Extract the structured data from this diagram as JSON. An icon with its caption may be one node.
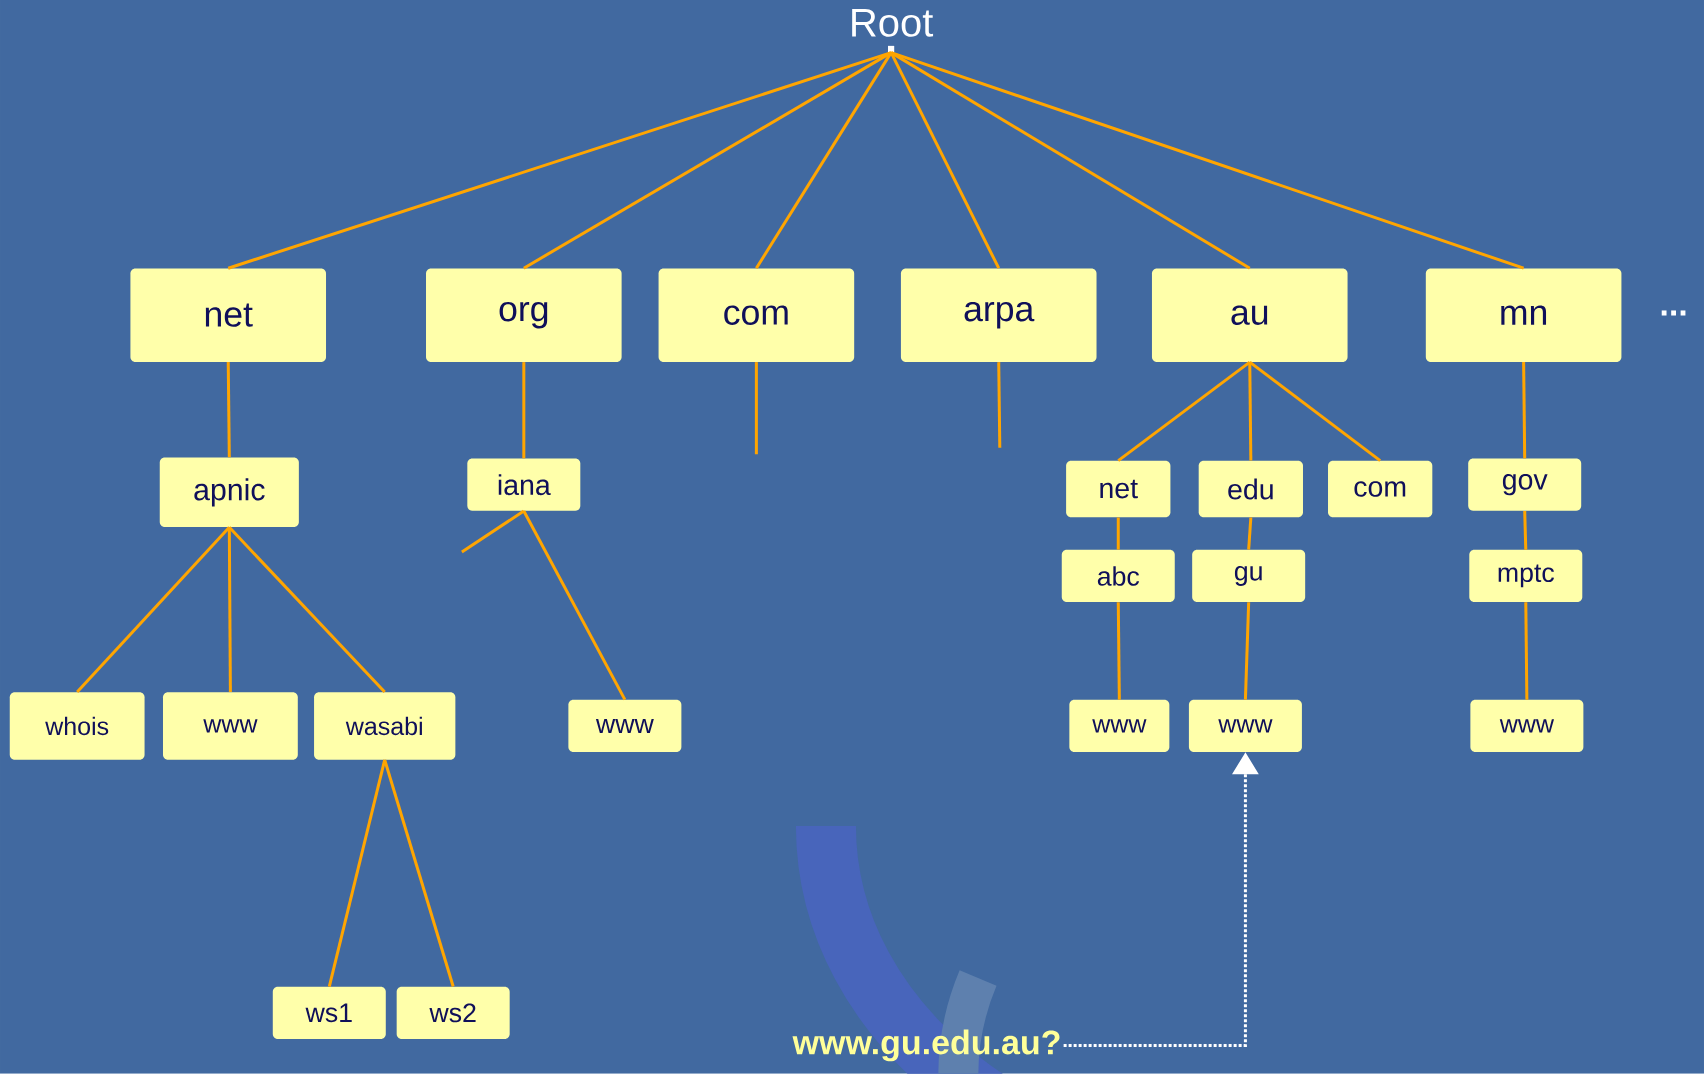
{
  "diagram": {
    "nodes": [
      {
        "text": [
          "Root",
          "."
        ]
      },
      {
        "text": [
          "net"
        ]
      },
      {
        "text": [
          "org"
        ]
      },
      {
        "text": [
          "com"
        ]
      },
      {
        "text": [
          "arpa"
        ]
      },
      {
        "text": [
          "au"
        ]
      },
      {
        "text": [
          "mn"
        ]
      },
      {
        "text": [
          "apnic"
        ]
      },
      {
        "text": [
          "iana"
        ]
      },
      {
        "text": [
          "whois"
        ]
      },
      {
        "text": [
          "www"
        ]
      },
      {
        "text": [
          "wasabi"
        ]
      },
      {
        "text": [
          "ws1"
        ]
      },
      {
        "text": [
          "ws2"
        ]
      },
      {
        "text": [
          "www"
        ]
      },
      {
        "text": [
          "net"
        ]
      },
      {
        "text": [
          "abc"
        ]
      },
      {
        "text": [
          "www"
        ]
      },
      {
        "text": [
          "edu"
        ]
      },
      {
        "text": [
          "gu"
        ]
      },
      {
        "text": [
          "www"
        ]
      },
      {
        "text": [
          "com"
        ]
      },
      {
        "text": [
          "gov"
        ]
      },
      {
        "text": [
          "mptc"
        ]
      },
      {
        "text": [
          "www"
        ]
      },
      {
        "text": [
          "www.gu.edu.au?"
        ]
      }
    ],
    "edges": [
      {
        "from": 0,
        "to": 1,
        "arrow": "none"
      },
      {
        "from": 0,
        "to": 2,
        "arrow": "none"
      },
      {
        "from": 0,
        "to": 3,
        "arrow": "none"
      },
      {
        "from": 0,
        "to": 4,
        "arrow": "none"
      },
      {
        "from": 0,
        "to": 5,
        "arrow": "none"
      },
      {
        "from": 0,
        "to": 6,
        "arrow": "none"
      },
      {
        "from": 1,
        "to": 7,
        "arrow": "none"
      },
      {
        "from": 7,
        "to": 9,
        "arrow": "none"
      },
      {
        "from": 7,
        "to": 10,
        "arrow": "none"
      },
      {
        "from": 7,
        "to": 11,
        "arrow": "none"
      },
      {
        "from": 11,
        "to": 12,
        "arrow": "none"
      },
      {
        "from": 11,
        "to": 13,
        "arrow": "none"
      },
      {
        "from": 2,
        "to": 8,
        "arrow": "none"
      },
      {
        "from": 8,
        "to": null,
        "arrow": "none"
      },
      {
        "from": 8,
        "to": 14,
        "arrow": "none"
      },
      {
        "from": 3,
        "to": null,
        "arrow": "none"
      },
      {
        "from": 4,
        "to": null,
        "arrow": "none"
      },
      {
        "from": 5,
        "to": 15,
        "arrow": "none"
      },
      {
        "from": 5,
        "to": 18,
        "arrow": "none"
      },
      {
        "from": 5,
        "to": 21,
        "arrow": "none"
      },
      {
        "from": 15,
        "to": 16,
        "arrow": "none"
      },
      {
        "from": 16,
        "to": 17,
        "arrow": "none"
      },
      {
        "from": 18,
        "to": 19,
        "arrow": "none"
      },
      {
        "from": 19,
        "to": 20,
        "arrow": "none"
      },
      {
        "from": 6,
        "to": 22,
        "arrow": "none"
      },
      {
        "from": 22,
        "to": 23,
        "arrow": "none"
      },
      {
        "from": 23,
        "to": 24,
        "arrow": "none"
      },
      {
        "from": 25,
        "to": 20,
        "arrow": "to",
        "style": "dashed",
        "color": "#ffffff"
      }
    ],
    "labels": [
      "..."
    ]
  }
}
